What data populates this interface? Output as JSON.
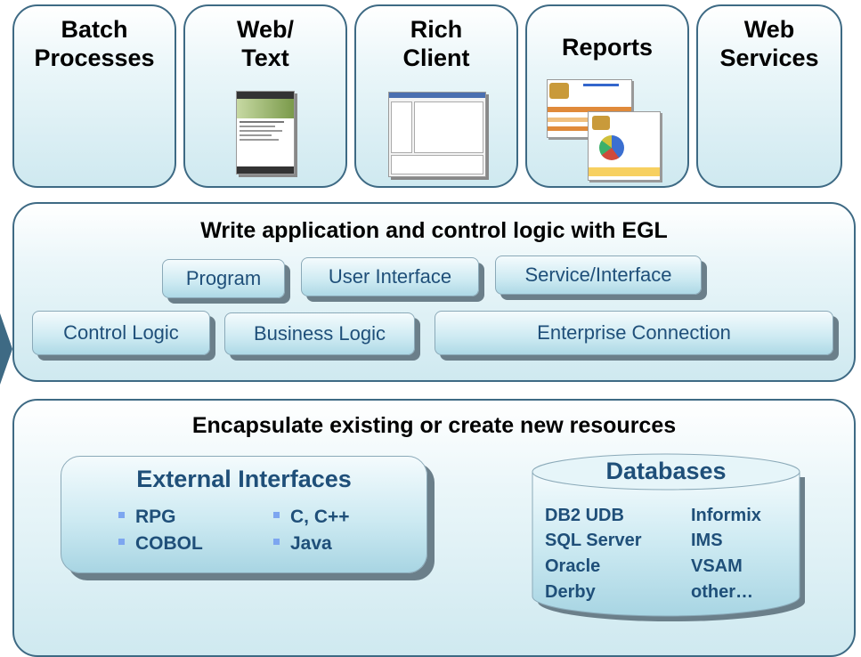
{
  "top_boxes": [
    {
      "label": "Batch\nProcesses"
    },
    {
      "label": "Web/\nText"
    },
    {
      "label": "Rich\nClient"
    },
    {
      "label": "Reports"
    },
    {
      "label": "Web\nServices"
    }
  ],
  "logic_panel": {
    "title": "Write application and control logic with EGL",
    "chips": [
      "Program",
      "User Interface",
      "Service/Interface",
      "Control Logic",
      "Business Logic",
      "Enterprise Connection"
    ]
  },
  "resources_panel": {
    "title": "Encapsulate existing or create new resources",
    "external_interfaces": {
      "title": "External Interfaces",
      "left": [
        "RPG",
        "COBOL"
      ],
      "right": [
        "C, C++",
        "Java"
      ]
    },
    "databases": {
      "title": "Databases",
      "left": [
        "DB2 UDB",
        "SQL Server",
        "Oracle",
        "Derby"
      ],
      "right": [
        "Informix",
        "IMS",
        "VSAM",
        "other…"
      ]
    }
  },
  "colors": {
    "border": "#3e6a84",
    "chip_text": "#1f4f79",
    "bullet": "#7da6f0"
  }
}
